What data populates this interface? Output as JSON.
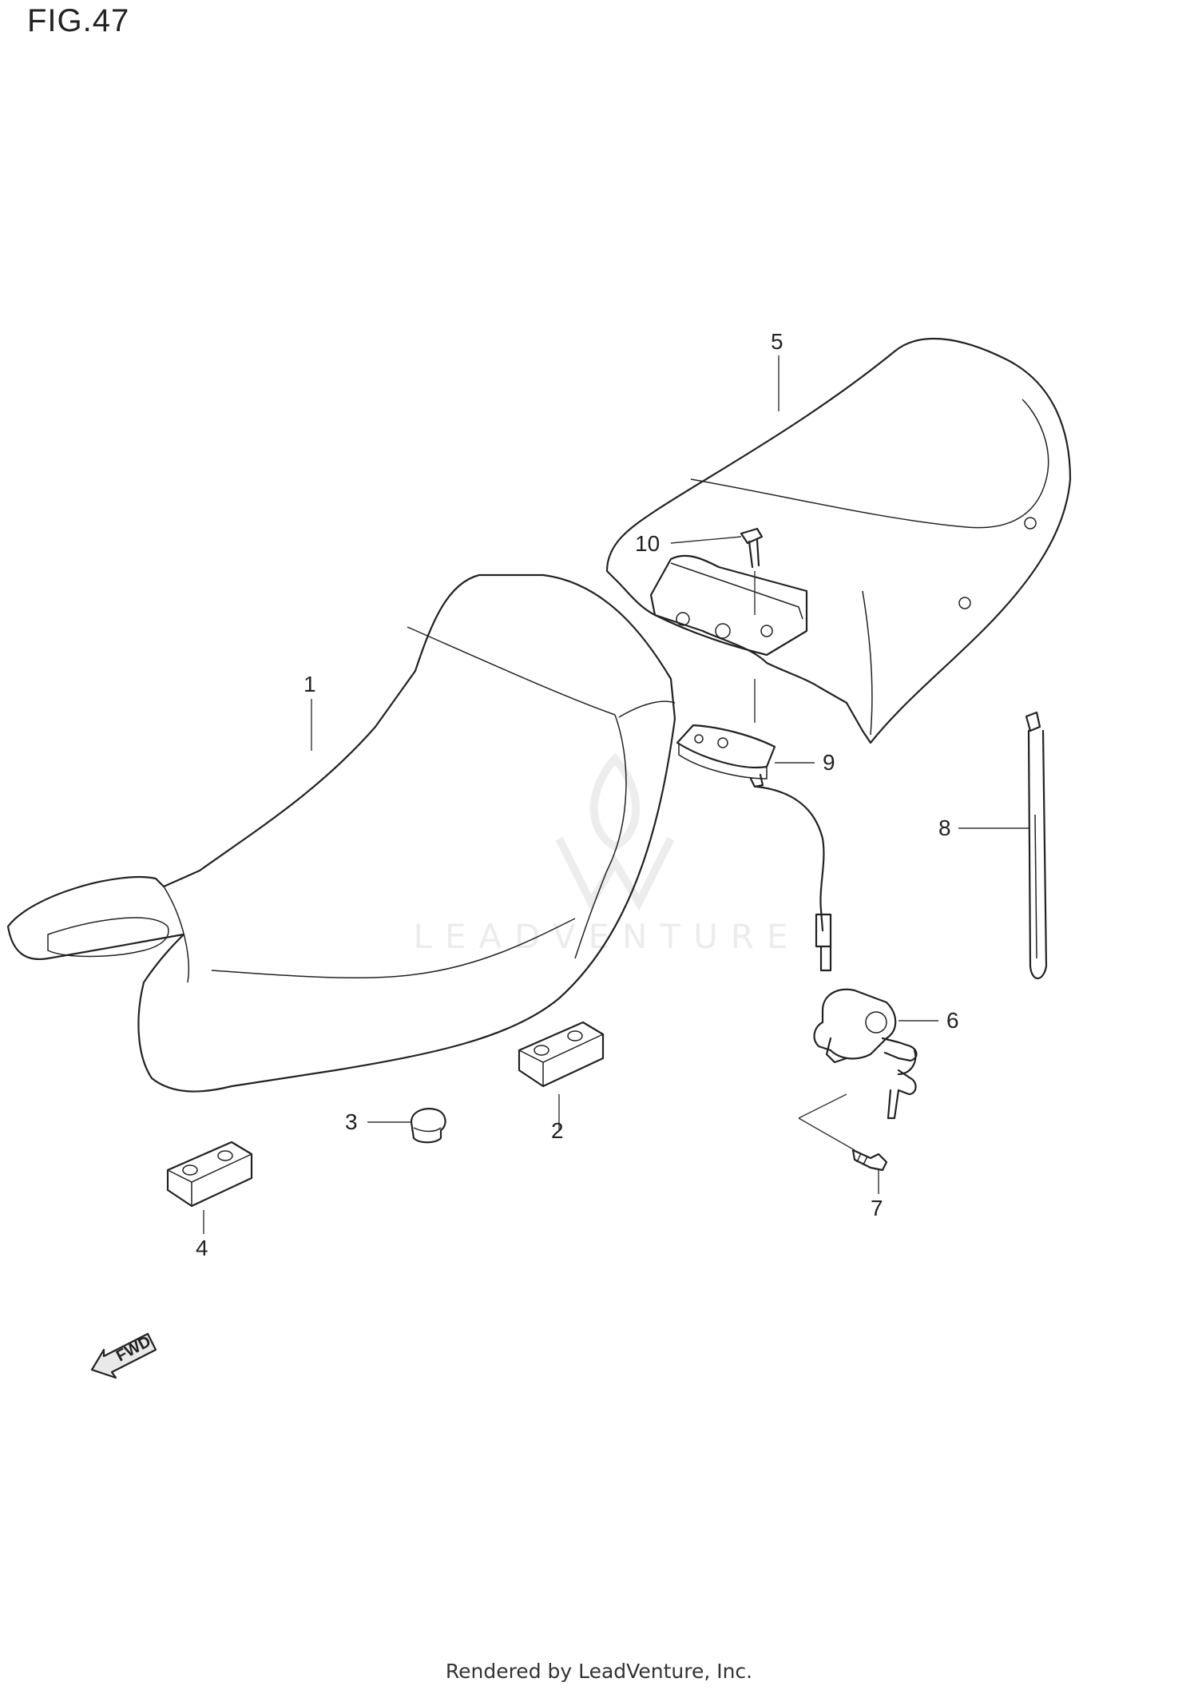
{
  "figure": {
    "title": "FIG.47"
  },
  "watermark": {
    "text": "LEADVENTURE"
  },
  "fwd_arrow": {
    "label": "FWD"
  },
  "callouts": {
    "c1": "1",
    "c2": "2",
    "c3": "3",
    "c4": "4",
    "c5": "5",
    "c6": "6",
    "c7": "7",
    "c8": "8",
    "c9": "9",
    "c10": "10"
  },
  "footer": {
    "text": "Rendered by LeadVenture, Inc."
  }
}
